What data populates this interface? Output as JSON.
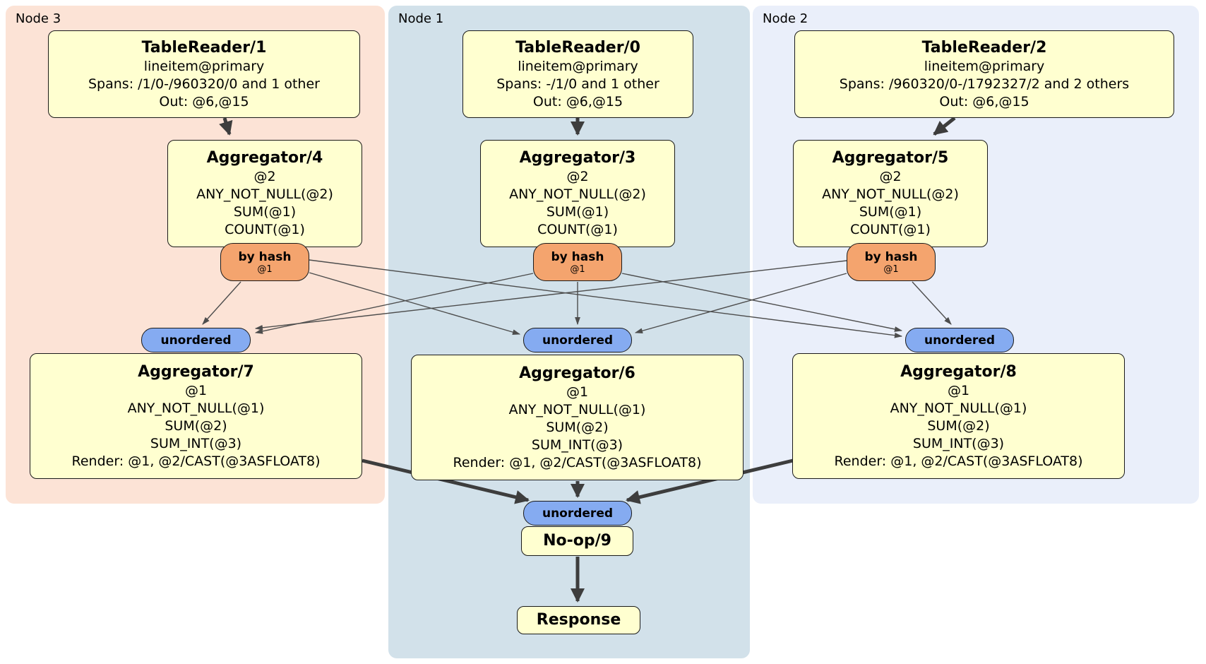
{
  "panels": {
    "node3": {
      "label": "Node 3"
    },
    "node1": {
      "label": "Node 1"
    },
    "node2": {
      "label": "Node 2"
    }
  },
  "nodes": {
    "tablereader1": {
      "title": "TableReader/1",
      "lines": [
        "lineitem@primary",
        "Spans: /1/0-/960320/0 and 1 other",
        "Out: @6,@15"
      ]
    },
    "tablereader0": {
      "title": "TableReader/0",
      "lines": [
        "lineitem@primary",
        "Spans: -/1/0 and 1 other",
        "Out: @6,@15"
      ]
    },
    "tablereader2": {
      "title": "TableReader/2",
      "lines": [
        "lineitem@primary",
        "Spans: /960320/0-/1792327/2 and 2 others",
        "Out: @6,@15"
      ]
    },
    "aggregator4": {
      "title": "Aggregator/4",
      "lines": [
        "@2",
        "ANY_NOT_NULL(@2)",
        "SUM(@1)",
        "COUNT(@1)"
      ]
    },
    "aggregator3": {
      "title": "Aggregator/3",
      "lines": [
        "@2",
        "ANY_NOT_NULL(@2)",
        "SUM(@1)",
        "COUNT(@1)"
      ]
    },
    "aggregator5": {
      "title": "Aggregator/5",
      "lines": [
        "@2",
        "ANY_NOT_NULL(@2)",
        "SUM(@1)",
        "COUNT(@1)"
      ]
    },
    "aggregator7": {
      "title": "Aggregator/7",
      "lines": [
        "@1",
        "ANY_NOT_NULL(@1)",
        "SUM(@2)",
        "SUM_INT(@3)",
        "Render: @1, @2/CAST(@3ASFLOAT8)"
      ]
    },
    "aggregator6": {
      "title": "Aggregator/6",
      "lines": [
        "@1",
        "ANY_NOT_NULL(@1)",
        "SUM(@2)",
        "SUM_INT(@3)",
        "Render: @1, @2/CAST(@3ASFLOAT8)"
      ]
    },
    "aggregator8": {
      "title": "Aggregator/8",
      "lines": [
        "@1",
        "ANY_NOT_NULL(@1)",
        "SUM(@2)",
        "SUM_INT(@3)",
        "Render: @1, @2/CAST(@3ASFLOAT8)"
      ]
    },
    "noop9": {
      "title": "No-op/9"
    },
    "response": {
      "title": "Response"
    }
  },
  "pills": {
    "byhash": {
      "label": "by hash",
      "sub": "@1"
    },
    "unordered": {
      "label": "unordered"
    }
  },
  "colors": {
    "node3_bg": "#fce3d6",
    "node1_bg": "#d2e1ea",
    "node2_bg": "#eaeffa",
    "box_bg": "#ffffd0",
    "byhash_bg": "#f4a46e",
    "unordered_bg": "#85abf1"
  }
}
